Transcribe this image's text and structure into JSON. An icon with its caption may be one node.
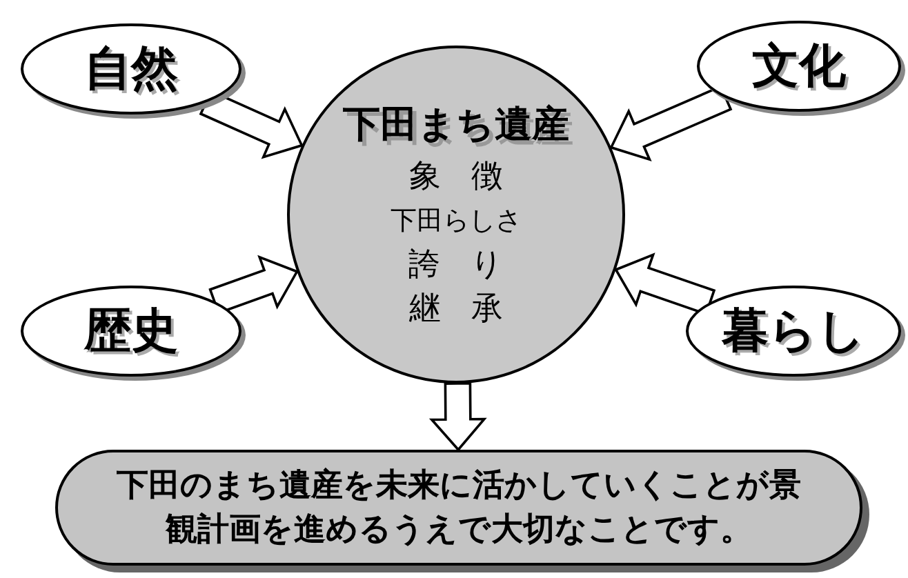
{
  "diagram": {
    "nodes": [
      {
        "text": [
          "自然"
        ]
      },
      {
        "text": [
          "文化"
        ]
      },
      {
        "text": [
          "下田まち遺産",
          "象徴",
          "下田らしさ",
          "誇り",
          "継承"
        ]
      },
      {
        "text": [
          "歴史"
        ]
      },
      {
        "text": [
          "暮らし"
        ]
      },
      {
        "text": [
          "下田のまち遺産を未来に活かしていくことが景観計画を進めるうえで大切なことです。"
        ]
      }
    ],
    "edges": [
      {
        "from": 0,
        "to": 2,
        "arrow": "to"
      },
      {
        "from": 1,
        "to": 2,
        "arrow": "to"
      },
      {
        "from": 3,
        "to": 2,
        "arrow": "to"
      },
      {
        "from": 4,
        "to": 2,
        "arrow": "to"
      },
      {
        "from": 2,
        "to": 5,
        "arrow": "to"
      }
    ]
  }
}
